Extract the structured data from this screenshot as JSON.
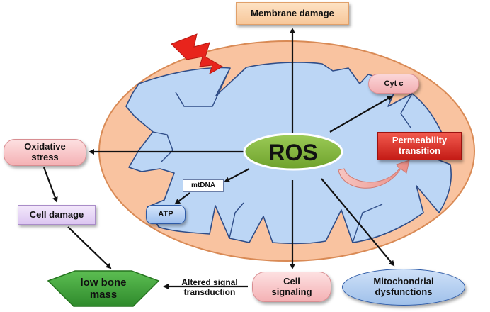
{
  "ros_label": "ROS",
  "nodes": {
    "membrane_damage": "Membrane damage",
    "cyt_c": "Cyt c",
    "permeability_line1": "Permeability",
    "permeability_line2": "transition",
    "oxidative_line1": "Oxidative",
    "oxidative_line2": "stress",
    "cell_damage": "Cell damage",
    "mtdna": "mtDNA",
    "atp": "ATP",
    "cell_signaling_line1": "Cell",
    "cell_signaling_line2": "signaling",
    "mito_line1": "Mitochondrial",
    "mito_line2": "dysfunctions",
    "altered_line1": "Altered signal",
    "altered_line2": "transduction",
    "bone_line1": "low bone",
    "bone_line2": "mass"
  },
  "colors": {
    "outer_membrane": "#f9c3a0",
    "matrix": "#bcd6f5",
    "ros_fill": "#7fb239",
    "bone_fill": "#3fa63c",
    "permeability_fill": "#d7261e",
    "lightning": "#e8241c"
  },
  "icons": {
    "lightning": "lightning-bolt-icon",
    "curved_arrow": "curved-arrow-icon"
  }
}
